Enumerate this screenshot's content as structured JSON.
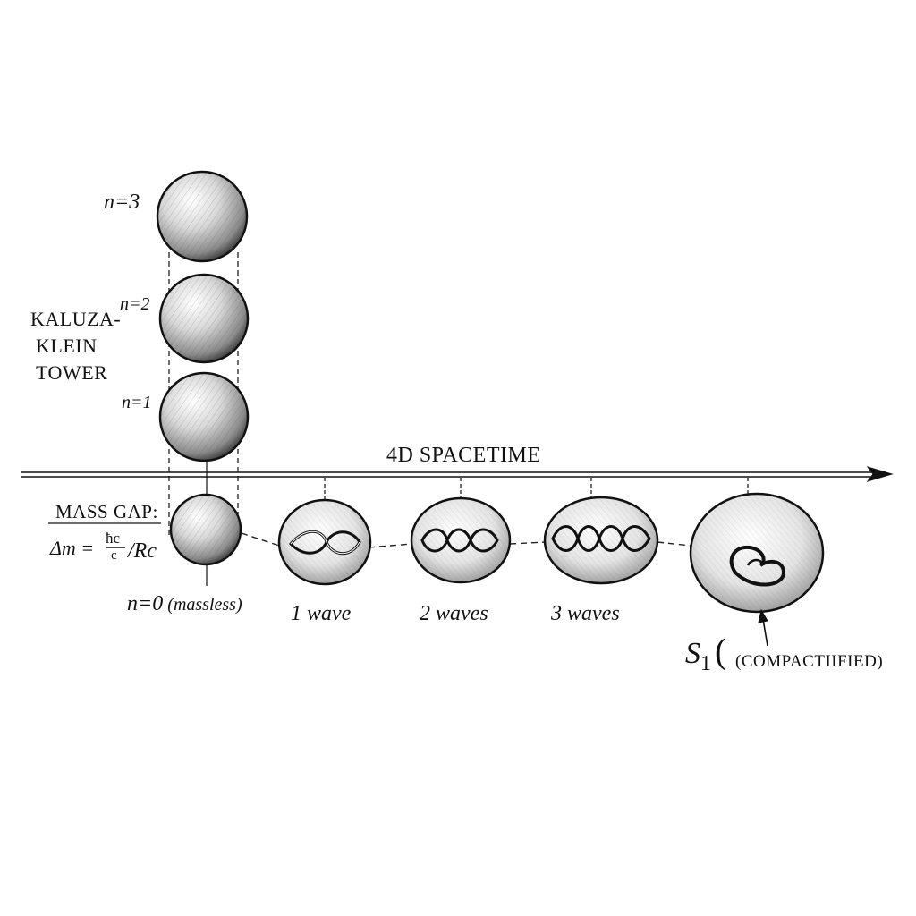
{
  "tower": {
    "title_lines": [
      "KALUZA-",
      "KLEIN",
      "TOWER"
    ],
    "levels": [
      {
        "n_label": "n=3"
      },
      {
        "n_label": "n=2"
      },
      {
        "n_label": "n=1"
      }
    ],
    "ground": {
      "n_label": "n=0",
      "note": "(massless)"
    }
  },
  "axis": {
    "label": "4D SPACETIME"
  },
  "mass_gap": {
    "title": "MASS GAP:",
    "lhs": "Δm =",
    "frac_num": "ħc",
    "frac_den": "c",
    "tail": "/Rc"
  },
  "modes": [
    {
      "label": "1 wave",
      "waves": 1
    },
    {
      "label": "2 waves",
      "waves": 2
    },
    {
      "label": "3 waves",
      "waves": 3
    }
  ],
  "compact": {
    "symbol": "S",
    "subscript": "1",
    "bracket": "(",
    "note": "(COMPACTIIFIED)"
  },
  "colors": {
    "ink": "#111111",
    "shade": "#555555",
    "paper": "#ffffff"
  }
}
